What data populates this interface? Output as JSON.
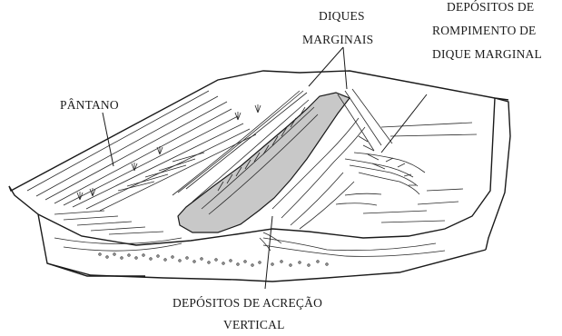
{
  "labels": {
    "diques_line1": "DIQUES",
    "diques_line2": "MARGINAIS",
    "rompimento_line1": "DEPÓSITOS DE",
    "rompimento_line2": "ROMPIMENTO DE",
    "rompimento_line3": "DIQUE MARGINAL",
    "pantano": "PÂNTANO",
    "acrecao_line1": "DEPÓSITOS DE ACREÇÃO",
    "acrecao_line2": "VERTICAL"
  },
  "colors": {
    "channel_fill": "#c8c8c8",
    "line": "#1a1a1a",
    "background": "#ffffff"
  }
}
